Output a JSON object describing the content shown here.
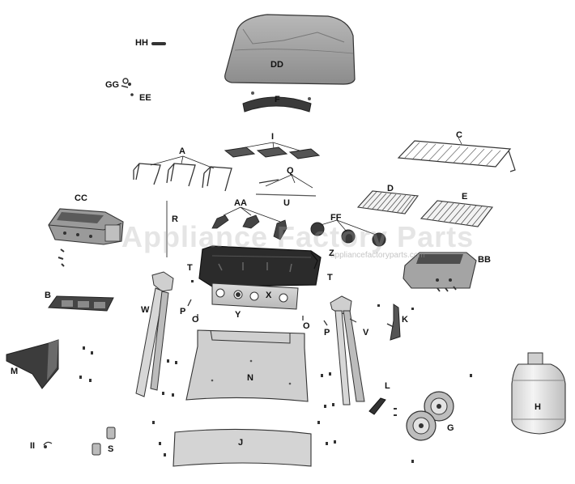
{
  "labels": {
    "HH": "HH",
    "DD": "DD",
    "GG": "GG",
    "EE": "EE",
    "F": "F",
    "I": "I",
    "C": "C",
    "A": "A",
    "Q": "Q",
    "D": "D",
    "E": "E",
    "U": "U",
    "CC": "CC",
    "AA": "AA",
    "FF": "FF",
    "R": "R",
    "Z": "Z",
    "BB": "BB",
    "T1": "T",
    "T2": "T",
    "X": "X",
    "B": "B",
    "W": "W",
    "P1": "P",
    "O1": "O",
    "Y": "Y",
    "O2": "O",
    "P2": "P",
    "V": "V",
    "K": "K",
    "M": "M",
    "N": "N",
    "H": "H",
    "L": "L",
    "G": "G",
    "II": "II",
    "S": "S",
    "J": "J"
  },
  "watermark": {
    "text": "Appliance Factory Parts",
    "url": "appliancefactoryparts.com"
  },
  "colors": {
    "outline": "#222222",
    "light_fill": "#d9d9d9",
    "mid_fill": "#a9a9a9",
    "dark_fill": "#4a4a4a",
    "black": "#1a1a1a"
  }
}
